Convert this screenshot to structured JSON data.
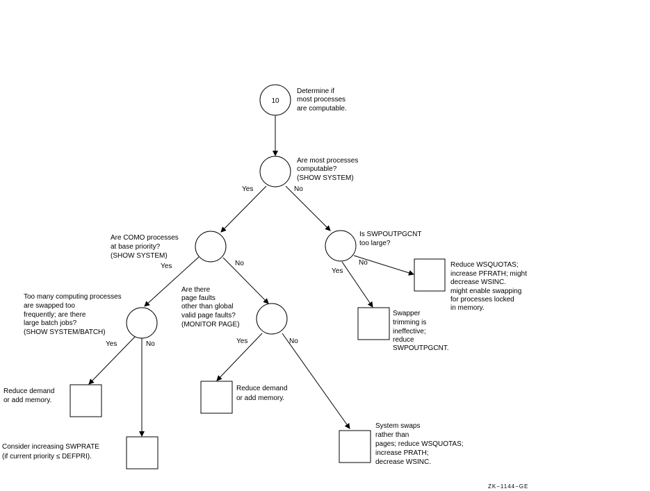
{
  "nodes": {
    "start": {
      "number": "10",
      "text": [
        "Determine if",
        "most processes",
        "are computable."
      ]
    },
    "q_computable": {
      "text": [
        "Are most processes",
        "computable?",
        "(SHOW SYSTEM)"
      ]
    },
    "q_como": {
      "text": [
        "Are COMO processes",
        "at base priority?",
        "(SHOW SYSTEM)"
      ]
    },
    "q_swpout": {
      "text": [
        "Is SWPOUTPGCNT",
        "too large?"
      ]
    },
    "q_swapped": {
      "text": [
        "Too many computing processes",
        "are swapped too",
        "frequently;  are there",
        "large batch jobs?",
        "(SHOW SYSTEM/BATCH)"
      ]
    },
    "q_pagefaults": {
      "text": [
        "Are there",
        "page faults",
        "other than global",
        "valid page faults?",
        "(MONITOR PAGE)"
      ]
    },
    "a_reduce_wsquotas": {
      "text": [
        "Reduce WSQUOTAS;",
        "increase PFRATH;  might",
        "decrease WSINC.",
        "might enable swapping",
        "for processes locked",
        "in memory."
      ]
    },
    "a_swapper": {
      "text": [
        "Swapper",
        "trimming is",
        "ineffective;",
        "reduce",
        "SWPOUTPGCNT."
      ]
    },
    "a_reduce_demand_1": {
      "text": [
        "Reduce demand",
        "or add memory."
      ]
    },
    "a_swprate": {
      "text": [
        "Consider increasing SWPRATE",
        "(if current priority ≤ DEFPRI)."
      ]
    },
    "a_reduce_demand_2": {
      "text": [
        "Reduce demand",
        "or add memory."
      ]
    },
    "a_system_swaps": {
      "text": [
        "System swaps",
        "rather than",
        "pages; reduce WSQUOTAS;",
        "increase PRATH;",
        "decrease WSINC."
      ]
    }
  },
  "edge_labels": {
    "computable_yes": "Yes",
    "computable_no": "No",
    "como_yes": "Yes",
    "como_no": "No",
    "swpout_yes": "Yes",
    "swpout_no": "No",
    "swapped_yes": "Yes",
    "swapped_no": "No",
    "pagefaults_yes": "Yes",
    "pagefaults_no": "No"
  },
  "figure_id": "ZK−1144−GE"
}
